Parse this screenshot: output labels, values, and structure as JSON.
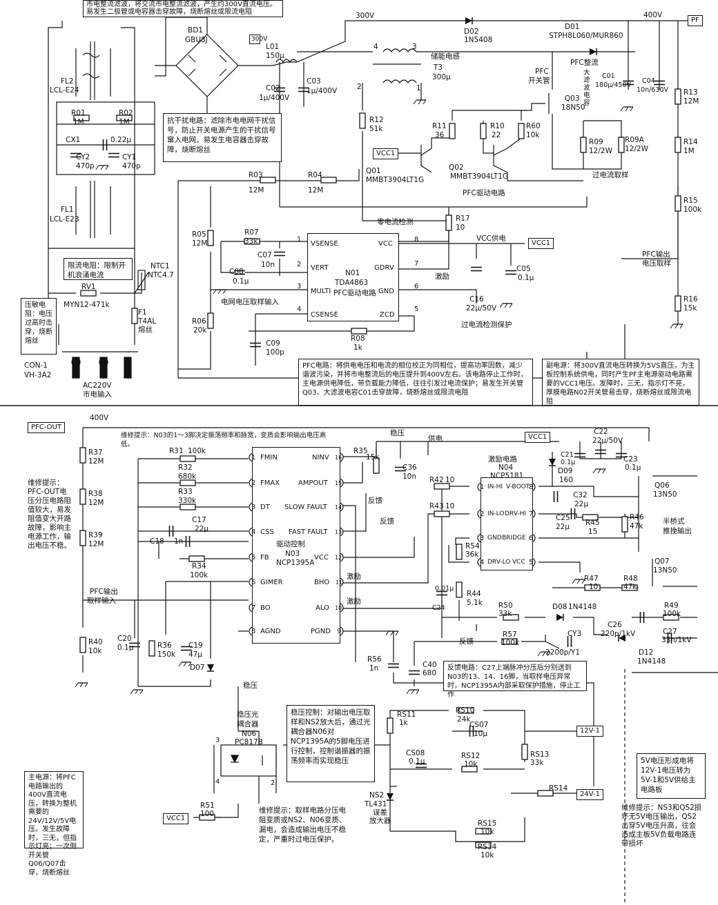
{
  "notes": {
    "top_cut": "市电整流滤波，将交流市电整流滤波，产生约300V直流电压。易发生二极管或电容器击穿故障，烧断熔丝或限流电阻",
    "emi": "抗干扰电路：滤除市电电网干扰信号，防止开关电源产生的干扰信号窜入电网。易发生电容器击穿故障，烧断熔丝",
    "inrush": "限流电阻：限制开机浪涌电流",
    "varistor": "压敏电阻：电压过高时击穿，烧断熔丝",
    "pfc": "PFC电路：将供电电压和电流的相位校正为同相位，提高功率因数，减少谐波污染，并将市电整流后的电压提升到400V左右。该电路停止工作时，主电源供电降低，带负载能力降低，往往引发过电流保护；易发生开关管Q03、大滤波电容C01击穿故障，烧断熔丝或限流电阻",
    "aux": "副电源：将300V直流电压转换为5VS直压，为主板控制系统供电，同时产生PF主电源驱动电路需要的VCC1电压。发障时，三无，指示灯不亮，厚膜电路N02开关管易击穿，烧断熔丝或限流电阻",
    "n03_tip": "维修提示：N03的1～3脚决定振荡频率和脉宽，变质会影响输出电压高低。",
    "divider_tip": "维修提示：PFC-OUT电压分压电路阻值较大，易发阻值变大开路故障，影响主电源工作，输出电压不稳。",
    "feedback": "反馈电路：C27上端脉冲分压后分别送到N03的13、14、16脚，当取样电压异常时，NCP1395A内部采取保护措施，停止工作",
    "regulation": "稳压控制：对输出电压取样和NS2放大后，通过光耦合器N06对NCP1395A的5脚电压进行控制，控制谐振器的振荡频率而实现稳压",
    "main_psu": "主电源：将PFC电路输出的400V直流电压，转换为整机需要的24V/12V/5V电压。发生故障时，三无，但指示灯亮；一次侧开关管Q06/Q07击穿，烧断熔丝",
    "sample_tip": "维修提示：取样电路分压电阻变质或NS2、N06变质、漏电，会造成输出电压不稳定，严重时过电压保护。",
    "v5": "5V电压形成电将12V-1电压转为5V-1和5V供给主电路板",
    "ns3_tip": "维修提示：NS3和QS2损坏无5V电压输出，QS2击穿5V电压升高，往会造成主板5V负载电路连带损坏"
  },
  "labels": {
    "bd1": "BD1",
    "bd1v": "GBU8J",
    "v300a": "300V",
    "v300b": "300V",
    "v400a": "400V",
    "v400b": "400V",
    "l01": "L01",
    "l01v": "150μ",
    "c02": "C02",
    "c02v": "1μ/400V",
    "c03": "C03",
    "c03v": "1μ/400V",
    "d02": "D02",
    "d02v": "1N5408",
    "d01": "D01",
    "d01v": "STPH8L060/MUR860",
    "t3": "储能电感",
    "t3n": "T3",
    "t3v": "300μ",
    "pin4": "4",
    "pin3": "3",
    "pin2": "2",
    "pin1": "1",
    "pfcsw": "PFC",
    "pfcsw2": "开关管",
    "pfcrect": "PFC整流",
    "q03": "Q03",
    "q03v": "18N50",
    "c01a": "大滤波电容",
    "c01": "C01",
    "c01v": "180μ/450V",
    "c04": "C04",
    "c04v": "10n/630V",
    "r13": "R13",
    "r13v": "12M",
    "r14": "R14",
    "r14v": "1M",
    "r15": "R15",
    "r15v": "100k",
    "r16": "R16",
    "r16v": "15k",
    "fl2": "FL2",
    "fl2v": "LCL-E24",
    "fl1": "FL1",
    "fl1v": "LCL-E23",
    "r01": "R01",
    "r01v": "1M",
    "r02": "R02",
    "r02v": "1M",
    "cx1": "CX1",
    "cx1v": "0.22μ",
    "cy2": "CY2",
    "cy2v": "470p",
    "cy1": "CY1",
    "cy1v": "470p",
    "r12": "R12",
    "r12v": "51k",
    "r11": "R11",
    "r11v": "36",
    "r10": "R10",
    "r10v": "22",
    "r60": "R60",
    "r60v": "10k",
    "r09": "R09",
    "r09v": "12/2W",
    "r09a": "R09A",
    "r09av": "12/2W",
    "vcc1": "VCC1",
    "q01": "Q01",
    "q01v": "MMBT3904LT1G",
    "q02": "Q02",
    "q02v": "MMBT3904LT1G",
    "pfcdrv": "PFC驱动电路",
    "ocs": "过电流取样",
    "r03": "R03",
    "r03v": "12M",
    "r04": "R04",
    "r04v": "12M",
    "zcd_det": "零电流检测",
    "r17": "R17",
    "r17v": "10",
    "r05": "R05",
    "r05v": "12M",
    "r07": "R07",
    "r07v": "33k",
    "c07": "C07",
    "c07v": "10n",
    "c08": "C08",
    "c08v": "0.1μ",
    "n01": "N01",
    "n01v": "TDA4863",
    "n01d": "PFC驱动电路",
    "vsense": "VSENSE",
    "vert": "VERT",
    "multi": "MULTI",
    "csense": "CSENSE",
    "vcc": "VCC",
    "gdrv": "GDRV",
    "gnd": "GND",
    "zcd": "ZCD",
    "p1": "1",
    "p2": "2",
    "p3": "3",
    "p4": "4",
    "p5": "5",
    "p6": "6",
    "p7": "7",
    "p8": "8",
    "vccsup": "VCC供电",
    "excite": "激励",
    "c16": "C16",
    "c16v": "22μ/50V",
    "c05": "C05",
    "c05v": "0.1μ",
    "pfcout_s": "PFC输出",
    "pfcout_s2": "电压取样",
    "mainsin": "电网电压取样输入",
    "r06": "R06",
    "r06v": "20k",
    "c09": "C09",
    "c09v": "100p",
    "r08": "R08",
    "r08v": "1k",
    "ocp": "过电流检测保护",
    "ntc1": "NTC1",
    "ntc1v": "NTC4.7",
    "rv1": "RV1",
    "rv1v": "MYN12-471k",
    "f1": "F1",
    "f1v": "T4AL",
    "fuse": "熔丝",
    "con1": "CON-1",
    "con1v": "VH-3A2",
    "ac": "AC220V",
    "ac2": "市电输入",
    "pf": "PF",
    "pfcout": "PFC-OUT",
    "r37": "R37",
    "r37v": "12M",
    "r38": "R38",
    "r38v": "12M",
    "r39": "R39",
    "r39v": "12M",
    "r40": "R40",
    "r40v": "10k",
    "c20": "C20",
    "c20v": "0.1μ",
    "r31": "R31",
    "r31v": "100k",
    "r32": "R32",
    "r32v": "680k",
    "r33": "R33",
    "r33v": "330k",
    "c17": "C17",
    "c17v": "22μ",
    "c18": "C18",
    "c18v": "1n",
    "r34": "R34",
    "r34v": "100k",
    "pfcin": "PFC输出",
    "pfcin2": "取样输入",
    "r36": "R36",
    "r36v": "150k",
    "c19": "C19",
    "c19v": "47μ",
    "d07": "D07",
    "fmin": "FMIN",
    "fmax": "FMAX",
    "dt": "DT",
    "css": "CSS",
    "fb": "FB",
    "gimer": "GIMER",
    "bo": "BO",
    "agnd": "AGND",
    "ninv": "NINV",
    "ampout": "AMPOUT",
    "sfault": "SLOW FAULT",
    "ffault": "FAST FAULT",
    "vccp": "VCC",
    "bho": "BHO",
    "alo": "ALO",
    "pgnd": "PGND",
    "n1": "1",
    "n2": "2",
    "n3": "3",
    "n4": "4",
    "n5": "5",
    "n6": "6",
    "n7": "7",
    "n8": "8",
    "n9": "9",
    "n10": "10",
    "n11": "11",
    "n12": "12",
    "n13": "13",
    "n14": "14",
    "n15": "15",
    "n16": "16",
    "n03a": "驱动控制",
    "n03": "N03",
    "n03v": "NCP1395A",
    "stab": "稳压",
    "supply": "供电",
    "r35": "R35",
    "r35v": "15k",
    "c36": "C36",
    "c36v": "10n",
    "fb1": "反馈",
    "fb2": "反馈",
    "exc1": "激励",
    "exc2": "激励",
    "r42": "R42",
    "r42v": "10",
    "r43": "R43",
    "r43v": "10",
    "n04a": "激励电路",
    "n04": "N04",
    "n04v": "NCP5181",
    "inhi": "IN-HI",
    "vboot": "V-BOOT",
    "inlo": "IN-LO",
    "drvhi": "DRV-HI",
    "gnd4": "GND",
    "bridge": "BRIDGE",
    "drvlo": "DRV-LO",
    "vcc4": "VCC",
    "vcc1b": "VCC1",
    "d09": "D09",
    "d09v": "160",
    "c21": "C21",
    "c21v": "0.1μ",
    "c22": "C22",
    "c22v": "22μ/50V",
    "c23": "C23",
    "c23v": "0.1μ",
    "c32": "C32",
    "c32v": "22μ",
    "c25": "C25",
    "c25v": "22μ",
    "r45": "R45",
    "r45v": "15",
    "r46": "R46",
    "r46v": "47k",
    "q06": "Q06",
    "q06v": "13N50",
    "hb": "半桥式",
    "hb2": "推挽输出",
    "r54": "R54",
    "r54v": "36k",
    "r44": "R44",
    "r44v": "5.1k",
    "c24": "C24",
    "c24v": "0.01μ",
    "q07": "Q07",
    "q07v": "13N50",
    "r47": "R47",
    "r47v": "10",
    "r48": "R48",
    "r48v": "47k",
    "r50": "R50",
    "r50v": "33k",
    "d08": "D08",
    "d08v": "1N4148",
    "r49": "R49",
    "r49v": "100k",
    "c26": "C26",
    "c26v": "220p/1kV",
    "c27": "C27",
    "c27v": "33n/1kV",
    "cy3": "CY3",
    "cy3v": "2200p/Y1",
    "r57": "R57",
    "r57v": "100k",
    "fb3": "反馈",
    "d12": "D12",
    "d12v": "1N4148",
    "r56": "R56",
    "r56v": "1n",
    "c40": "C40",
    "c40v": "680",
    "stab2": "稳压",
    "n06a": "稳压光",
    "n06b": "耦合器",
    "n06": "N06",
    "n06v": "PC817B",
    "o3": "3",
    "o4": "4",
    "o2": "2",
    "r51": "R51",
    "r51v": "100",
    "vcc1c": "VCC1",
    "rs11": "RS11",
    "rs11v": "1k",
    "rs10": "RS10",
    "rs10v": "24k",
    "cs07": "CS07",
    "cs07v": "10μ",
    "cs08": "CS08",
    "cs08v": "0.1μ",
    "rs12": "RS12",
    "rs12v": "10k",
    "rs13": "RS13",
    "rs13v": "33k",
    "ns2": "NS2",
    "ns2v": "TL431",
    "ns2a": "误差",
    "ns2b": "放大器",
    "rs14": "RS14",
    "rs15": "RS15",
    "rs15v": "10k",
    "rs34": "RS34",
    "rs34v": "10k",
    "v12": "12V-1",
    "v24": "24V-1"
  },
  "colors": {
    "line": "#111111",
    "background": "#ffffff"
  }
}
